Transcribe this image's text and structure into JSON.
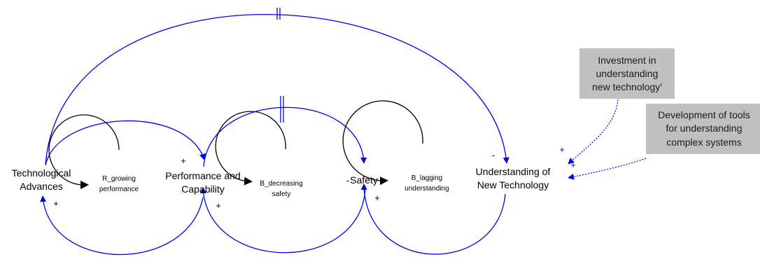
{
  "diagram": {
    "variables": {
      "tech_advances": [
        "Technological",
        "Advances"
      ],
      "performance": [
        "Performance and",
        "Capability"
      ],
      "safety": [
        "Safety"
      ],
      "understanding": [
        "Understanding of",
        "New Technology"
      ]
    },
    "exogenous": {
      "investment": [
        "Investment in",
        "understanding",
        "new technology'"
      ],
      "tools": [
        "Development of tools",
        "for understanding",
        "complex systems"
      ]
    },
    "loops": {
      "r_growing": [
        "R_growing",
        "performance"
      ],
      "b_decreasing": [
        "B_decreasing",
        "safety"
      ],
      "b_lagging": [
        "B_lagging",
        "understanding"
      ]
    },
    "polarities": {
      "tech_to_perf": "+",
      "perf_to_tech": "+",
      "perf_to_safety": "-",
      "safety_to_perf": "+",
      "tech_to_understanding": "-",
      "understanding_to_safety": "+",
      "investment_to_understanding": "+",
      "tools_to_understanding": "+"
    },
    "colors": {
      "link": "#0000ee",
      "loop": "#000000",
      "box_fill": "#c0c0c0",
      "background": "#ffffff"
    }
  }
}
